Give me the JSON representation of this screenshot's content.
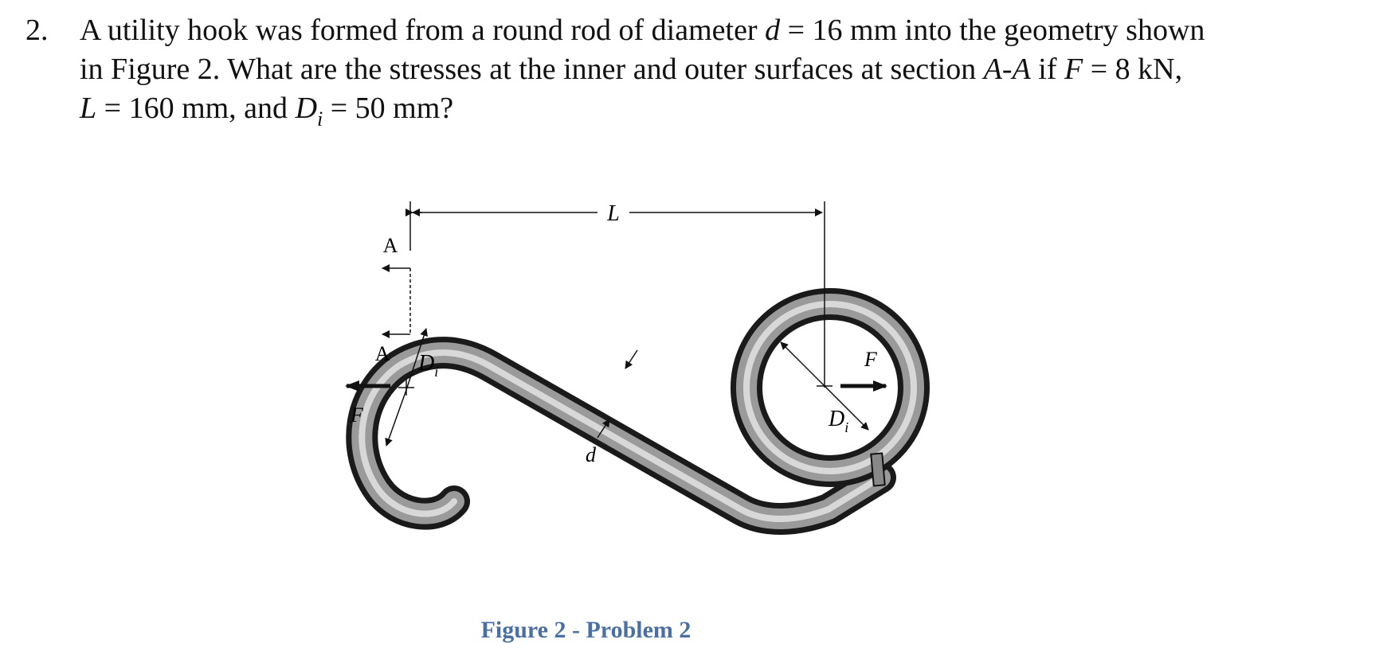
{
  "problem": {
    "number": "2.",
    "line1": {
      "t1": "A utility hook was formed from a round rod of diameter ",
      "d": "d",
      "t2": " = 16 mm into the geometry shown"
    },
    "line2": {
      "t1": "in Figure 2. What are the stresses at the inner and outer surfaces at section ",
      "section": "A-A",
      "t2": " if ",
      "F": "F",
      "t3": " = 8 kN,"
    },
    "line3": {
      "L": "L",
      "t1": " = 160 mm, and ",
      "D": "D",
      "sub": "i",
      "t2": " = 50 mm?"
    }
  },
  "figure": {
    "labels": {
      "L": "L",
      "A_top": "A",
      "A_mid": "A",
      "D_left": "D",
      "D_left_sub": "i",
      "F_left": "F",
      "d": "d",
      "F_right": "F",
      "D_right": "D",
      "D_right_sub": "i"
    },
    "caption": "Figure 2 - Problem 2",
    "caption_color": "#4a6fa5"
  }
}
